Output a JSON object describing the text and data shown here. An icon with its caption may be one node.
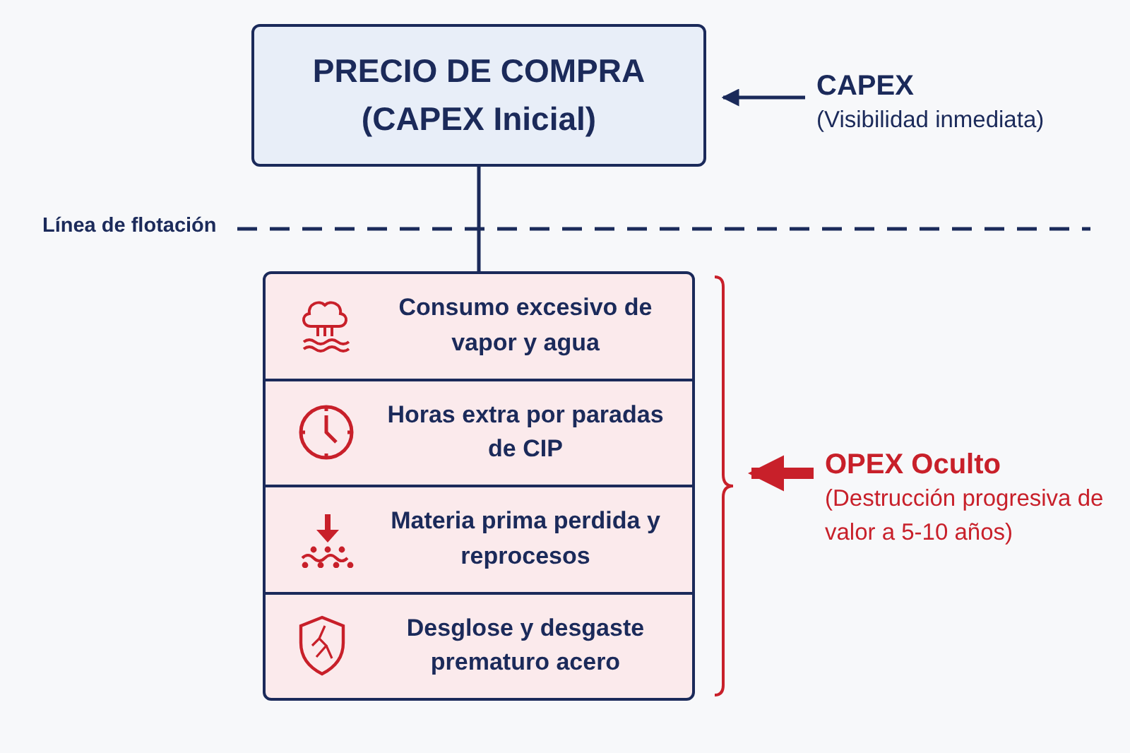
{
  "diagram": {
    "nodes": [
      {
        "text": [
          "PRECIO DE COMPRA (CAPEX Inicial)"
        ]
      },
      {
        "text": [],
        "shape": "box"
      },
      {
        "text": [
          "Consumo excesivo de vapor y agua"
        ],
        "in": 1
      },
      {
        "text": [
          "Horas extra por paradas de CIP"
        ],
        "in": 1
      },
      {
        "text": [
          "Materia prima perdida y reprocesos"
        ],
        "in": 1
      },
      {
        "text": [
          "Desglose y desgaste prematuro acero"
        ],
        "in": 1
      },
      {
        "text": [
          "CAPEX",
          "(Visibilidad inmediata)"
        ]
      },
      {
        "text": [],
        "shape": "bracket"
      },
      {
        "text": [
          "OPEX Oculto",
          "(Destrucción progresiva de valor a 5-10 años)"
        ]
      }
    ],
    "edges": [
      {
        "from": 0,
        "to": 1,
        "arrow": "none"
      },
      {
        "from": 6,
        "to": 0,
        "arrow": "to"
      },
      {
        "from": 8,
        "to": 7,
        "arrow": "to",
        "style": "thick",
        "color": "#c8202a"
      }
    ],
    "labels": [
      "Línea de flotación"
    ]
  }
}
